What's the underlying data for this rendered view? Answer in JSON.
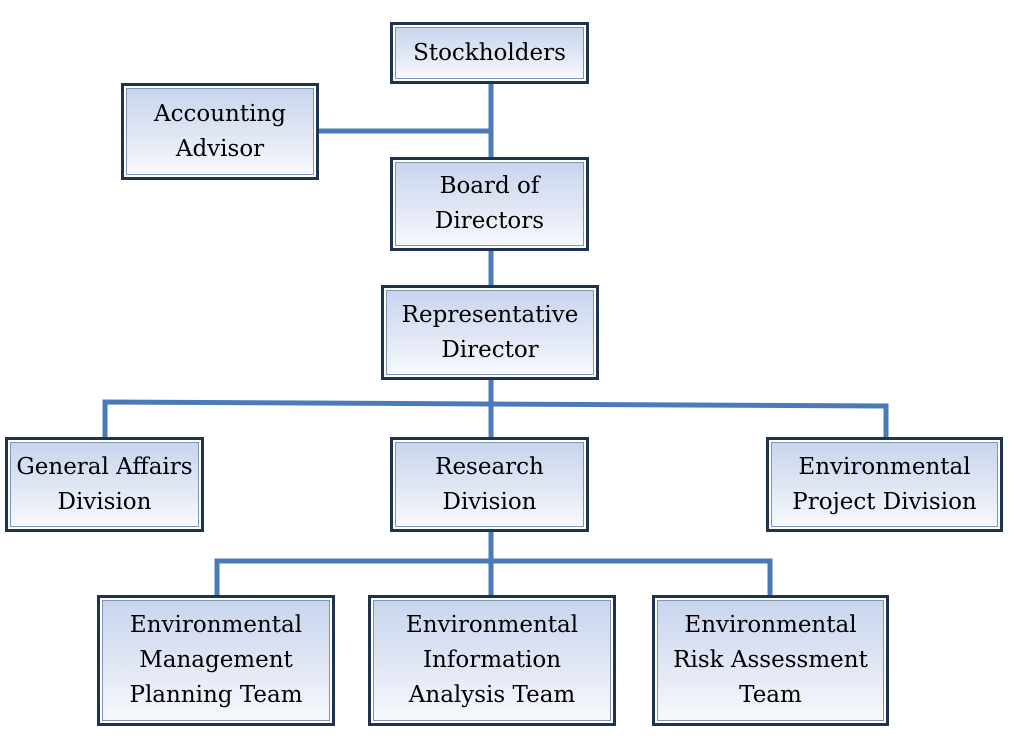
{
  "diagram": {
    "nodes": {
      "stockholders": "Stockholders",
      "accounting_advisor": "Accounting\nAdvisor",
      "board_of_directors": "Board of\nDirectors",
      "representative_director": "Representative\nDirector",
      "general_affairs_division": "General Affairs\nDivision",
      "research_division": "Research\nDivision",
      "environmental_project_division": "Environmental\nProject Division",
      "environmental_management_planning_team": "Environmental\nManagement\nPlanning Team",
      "environmental_information_analysis_team": "Environmental\nInformation\nAnalysis Team",
      "environmental_risk_assessment_team": "Environmental\nRisk Assessment\nTeam"
    },
    "edges": [
      [
        "stockholders",
        "board_of_directors"
      ],
      [
        "accounting_advisor",
        "board_of_directors"
      ],
      [
        "board_of_directors",
        "representative_director"
      ],
      [
        "representative_director",
        "general_affairs_division"
      ],
      [
        "representative_director",
        "research_division"
      ],
      [
        "representative_director",
        "environmental_project_division"
      ],
      [
        "research_division",
        "environmental_management_planning_team"
      ],
      [
        "research_division",
        "environmental_information_analysis_team"
      ],
      [
        "research_division",
        "environmental_risk_assessment_team"
      ]
    ],
    "colors": {
      "connector": "#4a7bb8",
      "box_border": "#1f3350",
      "box_fill_top": "#c9d5ee",
      "box_fill_bottom": "#f7f9fd"
    }
  }
}
